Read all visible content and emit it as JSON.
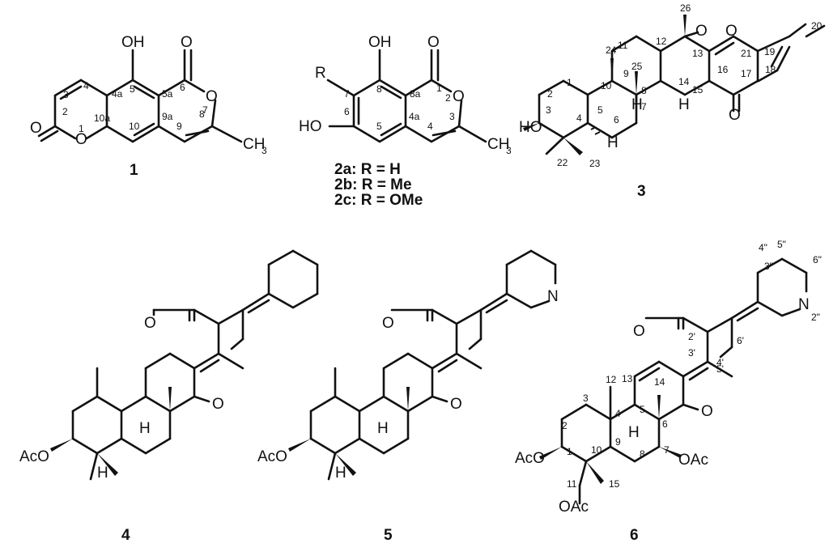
{
  "compounds": [
    {
      "label": "1"
    },
    {
      "label": "2a: R = H",
      "label_b": "2b: R = Me",
      "label_c": "2c: R = OMe"
    },
    {
      "label": "3"
    },
    {
      "label": "4"
    },
    {
      "label": "5"
    },
    {
      "label": "6"
    }
  ],
  "atoms": {
    "O": "O",
    "OH": "OH",
    "HO": "HO",
    "R": "R",
    "N": "N",
    "H": "H",
    "CH3": "CH",
    "sub3": "3",
    "AcO": "AcO",
    "OAc": "OAc"
  },
  "numbers_c1": [
    "1",
    "2",
    "3",
    "4",
    "4a",
    "5",
    "5a",
    "6",
    "7",
    "8",
    "9",
    "9a",
    "10",
    "10a"
  ],
  "numbers_c2": [
    "1",
    "2",
    "3",
    "4",
    "4a",
    "5",
    "6",
    "7",
    "8",
    "8a"
  ],
  "numbers_c3": [
    "1",
    "2",
    "3",
    "4",
    "5",
    "6",
    "7",
    "8",
    "9",
    "10",
    "11",
    "12",
    "13",
    "14",
    "15",
    "16",
    "17",
    "18",
    "19",
    "20",
    "21",
    "22",
    "23",
    "24",
    "25",
    "26"
  ],
  "numbers_c6": [
    "1",
    "2",
    "3",
    "4",
    "5",
    "6",
    "7",
    "8",
    "9",
    "10",
    "11",
    "12",
    "13",
    "14",
    "15",
    "2'",
    "3'",
    "4'",
    "5'",
    "6'",
    "2\"",
    "3\"",
    "4\"",
    "5\"",
    "6\""
  ]
}
